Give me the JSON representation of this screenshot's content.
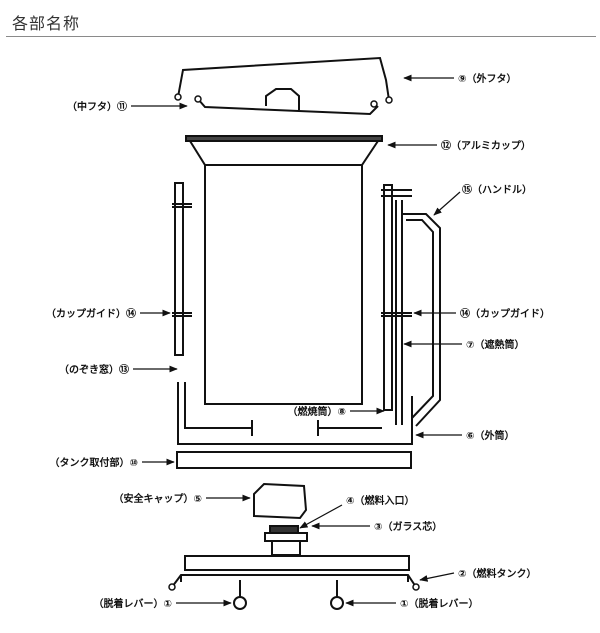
{
  "page": {
    "title": "各部名称"
  },
  "labels": {
    "outer_lid": "⑨（外フタ）",
    "inner_lid": "（中フタ）⑪",
    "aluminum_cup": "⑫（アルミカップ）",
    "handle": "⑮（ハンドル）",
    "cup_guide_left": "（カップガイド）⑭",
    "cup_guide_right": "⑭（カップガイド）",
    "heat_chimney": "⑦（遮熱筒）",
    "window": "（のぞき窓）⑬",
    "combustion_chimney": "（燃焼筒）⑧",
    "outer_chimney": "⑥（外筒）",
    "tank_mount": "（タンク取付部）⑩",
    "safety_cap": "（安全キャップ）⑤",
    "fuel_inlet": "④（燃料入口）",
    "glass_wick": "③（ガラス芯）",
    "fuel_tank": "②（燃料タンク）",
    "release_lever_left": "（脱着レバー）①",
    "release_lever_right": "①（脱着レバー）"
  }
}
